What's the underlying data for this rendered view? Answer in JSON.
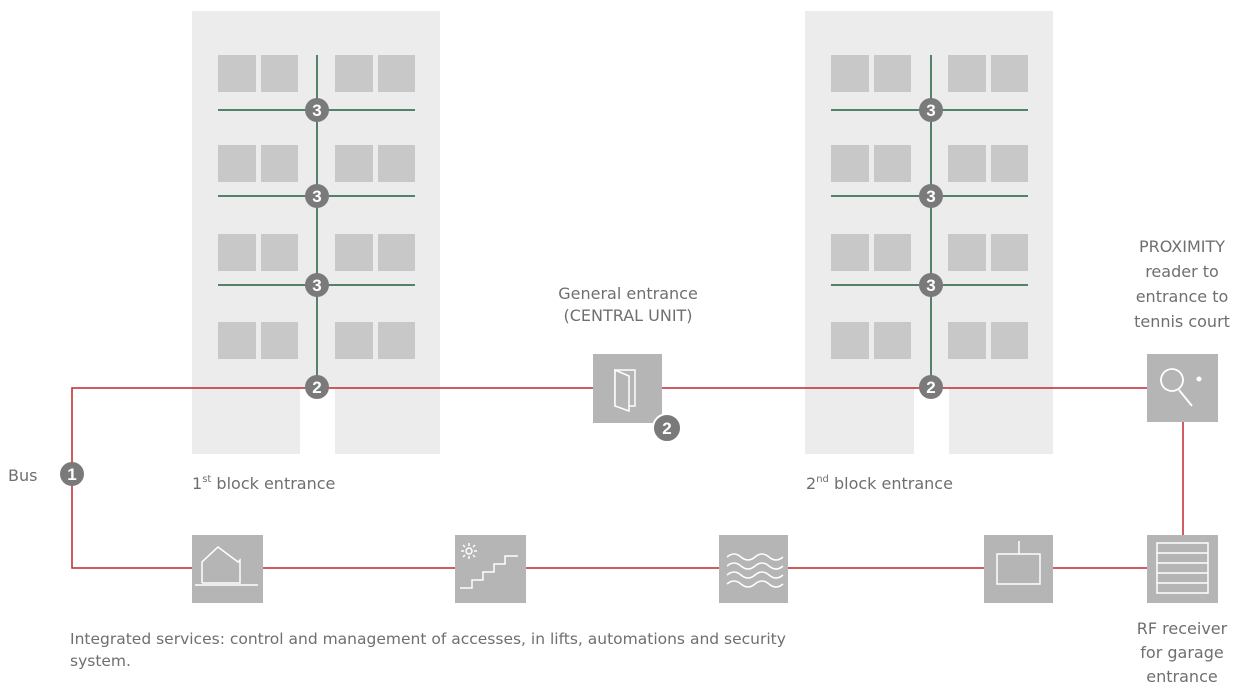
{
  "labels": {
    "bus": "Bus",
    "block1_ordinal": "1",
    "block1_suffix": "st",
    "block1_text": "block entrance",
    "block2_ordinal": "2",
    "block2_suffix": "nd",
    "block2_text": "block entrance",
    "general_entrance_line1": "General entrance",
    "general_entrance_line2": "(CENTRAL UNIT)",
    "proximity_line1": "PROXIMITY",
    "proximity_line2": "reader to",
    "proximity_line3": "entrance to",
    "proximity_line4": "tennis court",
    "rf_line1": "RF receiver",
    "rf_line2": "for garage",
    "rf_line3": "entrance",
    "services_line1": "Integrated services: control and management of accesses, in lifts, automations and security",
    "services_line2": "system."
  },
  "badges": {
    "bus_badge": "1",
    "floor_badge": "3",
    "entrance_badge": "2",
    "central_badge": "2"
  },
  "colors": {
    "bus_line": "#c0272d",
    "riser_line": "#1f5f3f",
    "building": "#ececec",
    "window": "#c8c8c8",
    "device": "#b5b5b5",
    "badge": "#7a7a7a",
    "text": "#6f6f6f"
  },
  "icons": {
    "central_unit": "door-icon",
    "tennis": "tennis-racket-icon",
    "garage": "garage-door-icon",
    "home": "house-icon",
    "stairs": "stair-light-icon",
    "water": "water-waves-icon",
    "panel": "control-panel-icon"
  }
}
